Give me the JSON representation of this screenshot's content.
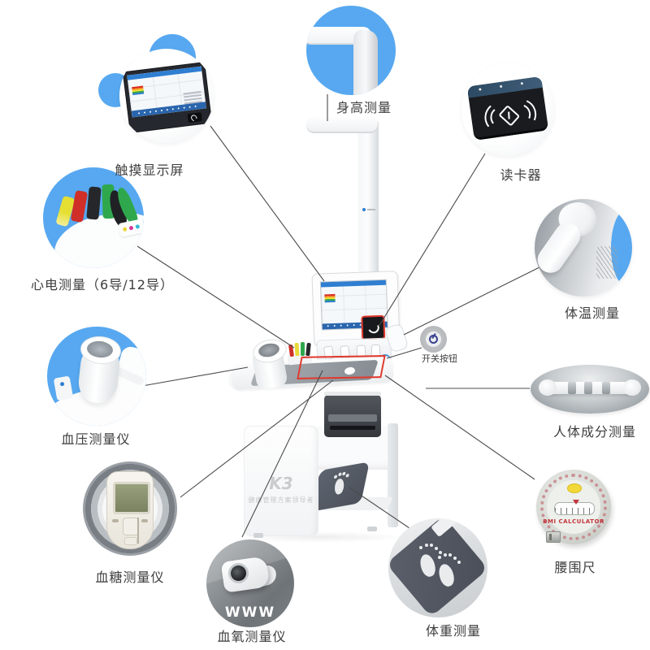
{
  "colors": {
    "accent_blue": "#57a8f0",
    "connector_line": "#4b4b4b",
    "highlight_red": "#e0392d"
  },
  "callouts": {
    "touchscreen": {
      "label": "触摸显示屏"
    },
    "height": {
      "label": "身高测量"
    },
    "card_reader": {
      "label": "读卡器"
    },
    "ecg": {
      "label": "心电测量（6导/12导）"
    },
    "temperature": {
      "label": "体温测量"
    },
    "blood_pressure": {
      "label": "血压测量仪"
    },
    "power_button": {
      "label": "开关按钮"
    },
    "body_composition": {
      "label": "人体成分测量"
    },
    "blood_glucose": {
      "label": "血糖测量仪"
    },
    "blood_oxygen": {
      "label": "血氧测量仪"
    },
    "weight": {
      "label": "体重测量"
    },
    "waist_tape": {
      "label": "腰围尺",
      "dial_text": "BMI CALCULATOR"
    }
  },
  "machine": {
    "brand": "K3",
    "slogan": "健康管理方案领导者"
  },
  "watermark": "WWW"
}
